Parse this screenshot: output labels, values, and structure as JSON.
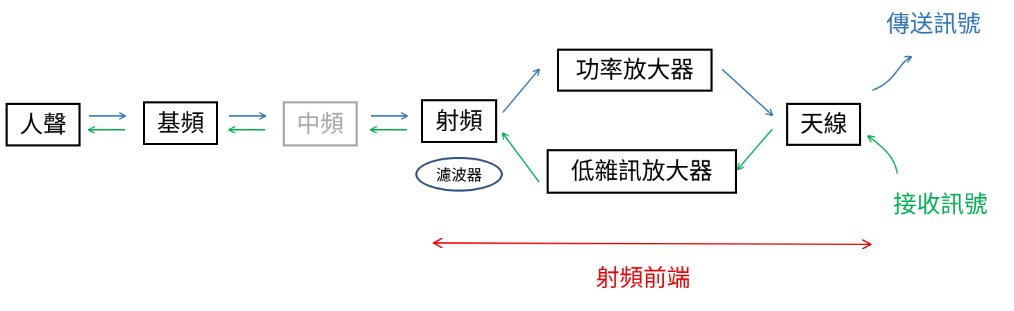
{
  "blocks": {
    "voice": "人聲",
    "baseband": "基頻",
    "if": "中頻",
    "rf": "射頻",
    "pa": "功率放大器",
    "lna": "低雜訊放大器",
    "antenna": "天線"
  },
  "filter_label": "濾波器",
  "tx_signal_label": "傳送訊號",
  "rx_signal_label": "接收訊號",
  "rf_frontend_label": "射頻前端",
  "colors": {
    "tx": "#2e75b6",
    "rx": "#00b050",
    "frontend": "#e60000",
    "faded": "#a6a6a6",
    "filter_border": "#2f4f7f"
  }
}
